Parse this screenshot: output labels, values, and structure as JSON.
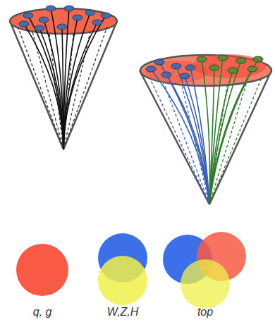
{
  "diagram": {
    "labels": [
      "q, g",
      "W,Z,H",
      "top"
    ]
  }
}
